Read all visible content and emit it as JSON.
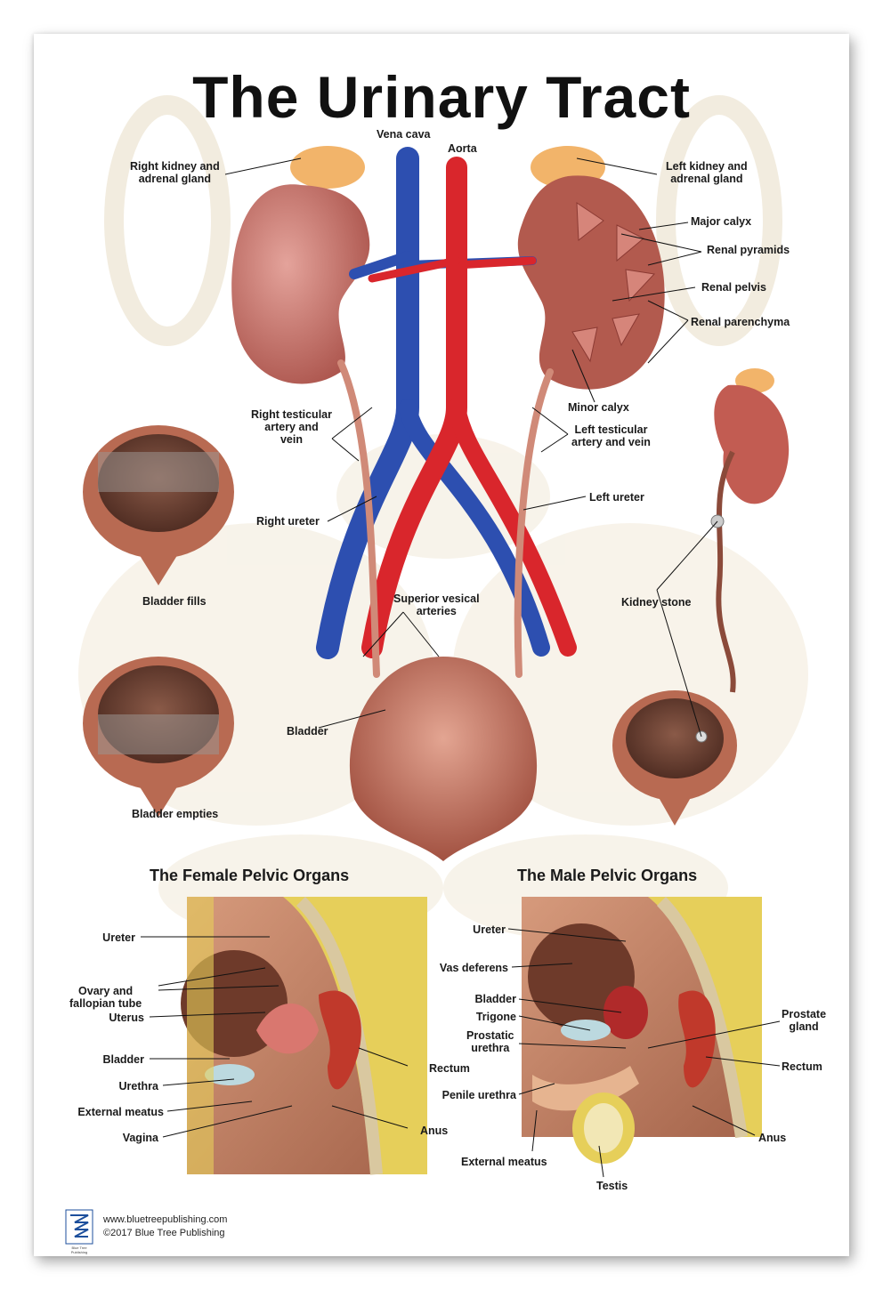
{
  "title": "The Urinary Tract",
  "labels": {
    "vena_cava": "Vena cava",
    "aorta": "Aorta",
    "right_kidney": "Right kidney and\nadrenal gland",
    "left_kidney": "Left kidney and\nadrenal gland",
    "major_calyx": "Major calyx",
    "renal_pyramids": "Renal pyramids",
    "renal_pelvis": "Renal pelvis",
    "renal_parenchyma": "Renal parenchyma",
    "minor_calyx": "Minor calyx",
    "right_testicular": "Right testicular\nartery and\nvein",
    "left_testicular": "Left testicular\nartery and vein",
    "left_ureter": "Left ureter",
    "right_ureter": "Right ureter",
    "bladder_fills": "Bladder fills",
    "superior_vesical": "Superior vesical\narteries",
    "kidney_stone": "Kidney stone",
    "bladder": "Bladder",
    "bladder_empties": "Bladder empties"
  },
  "female": {
    "heading": "The Female Pelvic Organs",
    "ureter": "Ureter",
    "ovary": "Ovary and\nfallopian tube",
    "uterus": "Uterus",
    "bladder": "Bladder",
    "urethra": "Urethra",
    "external_meatus": "External meatus",
    "vagina": "Vagina",
    "rectum": "Rectum",
    "anus": "Anus"
  },
  "male": {
    "heading": "The Male Pelvic Organs",
    "ureter": "Ureter",
    "vas_deferens": "Vas deferens",
    "bladder": "Bladder",
    "trigone": "Trigone",
    "prostatic_urethra": "Prostatic\nurethra",
    "penile_urethra": "Penile urethra",
    "external_meatus": "External meatus",
    "testis": "Testis",
    "prostate": "Prostate\ngland",
    "rectum": "Rectum",
    "anus": "Anus"
  },
  "footer": {
    "url": "www.bluetreepublishing.com",
    "copyright": "©2017 Blue Tree Publishing",
    "logo_text": "Blue Tree\nPublishing"
  },
  "colors": {
    "vein": "#2d4fb0",
    "artery": "#d9262c",
    "kidney": "#c8706a",
    "bone": "#f3ead8",
    "tissue": "#b86a52"
  }
}
